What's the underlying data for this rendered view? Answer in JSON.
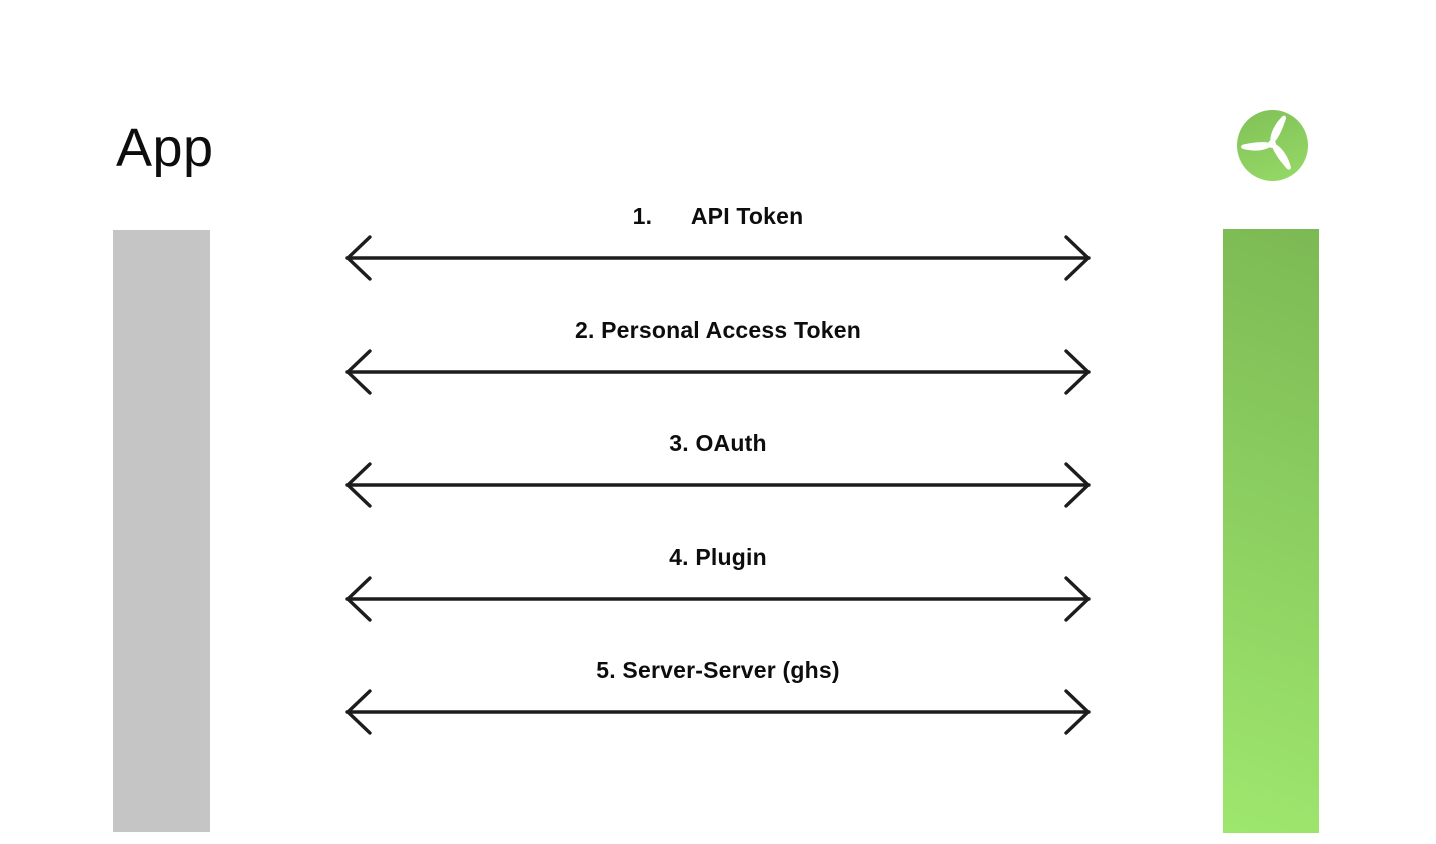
{
  "header": {
    "title": "App"
  },
  "logo": {
    "icon": "wind-turbine-icon"
  },
  "colors": {
    "background": "#ffffff",
    "text": "#0d0d0d",
    "arrow": "#1d1d1d",
    "lane_left": "#c5c5c5",
    "lane_right_top": "#7cb954",
    "lane_right_bottom": "#9ee76e",
    "logo_green_light": "#93d765",
    "logo_green_dark": "#82c258"
  },
  "connections": [
    {
      "label": "1.      API Token"
    },
    {
      "label": "2. Personal Access Token"
    },
    {
      "label": "3. OAuth"
    },
    {
      "label": "4. Plugin"
    },
    {
      "label": "5. Server-Server (ghs)"
    }
  ]
}
